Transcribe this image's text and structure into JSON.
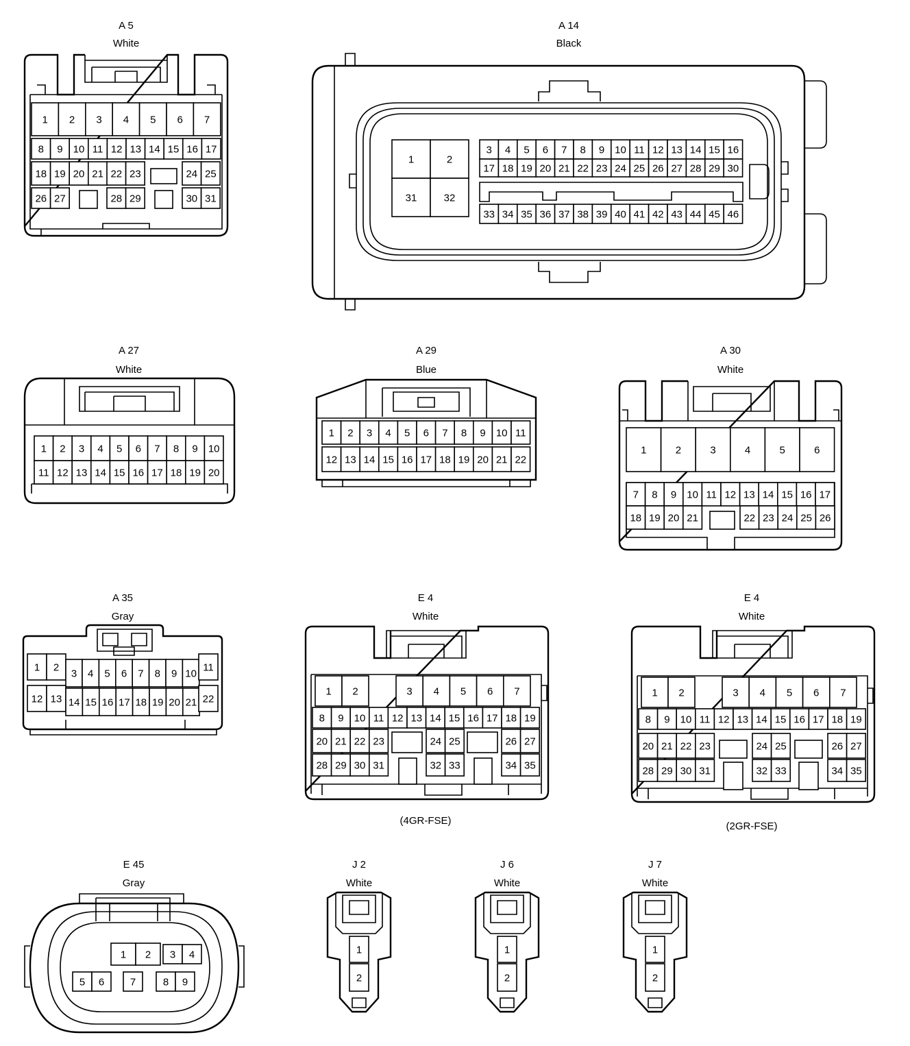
{
  "connectors": [
    {
      "id": "A 5",
      "color": "White",
      "variant": ""
    },
    {
      "id": "A 14",
      "color": "Black",
      "variant": ""
    },
    {
      "id": "A 27",
      "color": "White",
      "variant": ""
    },
    {
      "id": "A 29",
      "color": "Blue",
      "variant": ""
    },
    {
      "id": "A 30",
      "color": "White",
      "variant": ""
    },
    {
      "id": "A 35",
      "color": "Gray",
      "variant": ""
    },
    {
      "id": "E 4",
      "color": "White",
      "variant": "(4GR-FSE)"
    },
    {
      "id": "E 4",
      "color": "White",
      "variant": "(2GR-FSE)"
    },
    {
      "id": "E 45",
      "color": "Gray",
      "variant": ""
    },
    {
      "id": "J 2",
      "color": "White",
      "variant": ""
    },
    {
      "id": "J 6",
      "color": "White",
      "variant": ""
    },
    {
      "id": "J 7",
      "color": "White",
      "variant": ""
    }
  ]
}
